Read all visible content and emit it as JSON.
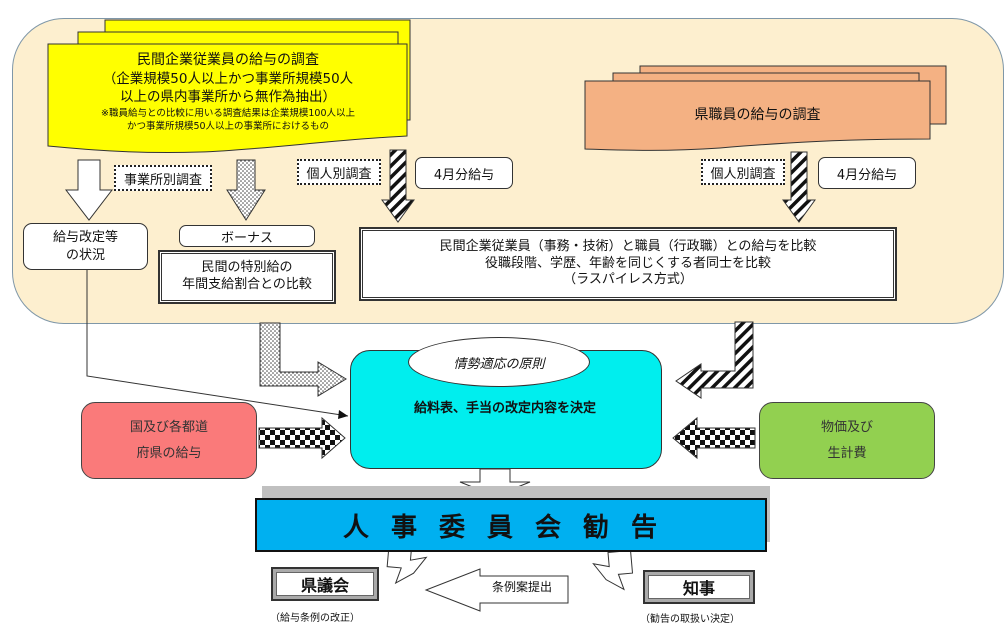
{
  "private_survey": {
    "title": "民間企業従業員の給与の調査",
    "line2": "（企業規模50人以上かつ事業所規模50人",
    "line3": "以上の県内事業所から無作為抽出）",
    "note1": "※職員給与との比較に用いる調査結果は企業規模100人以上",
    "note2": "かつ事業所規模50人以上の事業所におけるもの",
    "color": "#ffff00"
  },
  "pref_survey": {
    "title": "県職員の給与の調査",
    "color": "#f4b183"
  },
  "labels": {
    "establishment_survey": "事業所別調査",
    "individual_survey_left": "個人別調査",
    "april_pay_left": "4月分給与",
    "individual_survey_right": "個人別調査",
    "april_pay_right": "4月分給与"
  },
  "boxes": {
    "revision_status": [
      "給与改定等",
      "の状況"
    ],
    "bonus": "ボーナス",
    "special_pay": [
      "民間の特別給の",
      "年間支給割合との比較"
    ],
    "comparison": [
      "民間企業従業員（事務・技術）と職員（行政職）との給与を比較",
      "役職段階、学歴、年齢を同じくする者同士を比較",
      "（ラスパイレス方式）"
    ]
  },
  "center": {
    "principle": "情勢適応の原則",
    "decision": "給料表、手当の改定内容を決定",
    "color": "#00eeee"
  },
  "side": {
    "national": [
      "国及び各都道",
      "府県の給与"
    ],
    "national_color": "#fa7a7a",
    "prices": [
      "物価及び",
      "生計費"
    ],
    "prices_color": "#92d050"
  },
  "recommendation": {
    "title": "人事委員会勧告",
    "color": "#00b0f0"
  },
  "bottom": {
    "assembly": "県議会",
    "assembly_caption": "（給与条例の改正）",
    "bill": "条例案提出",
    "governor": "知事",
    "governor_caption": "（勧告の取扱い決定）"
  }
}
